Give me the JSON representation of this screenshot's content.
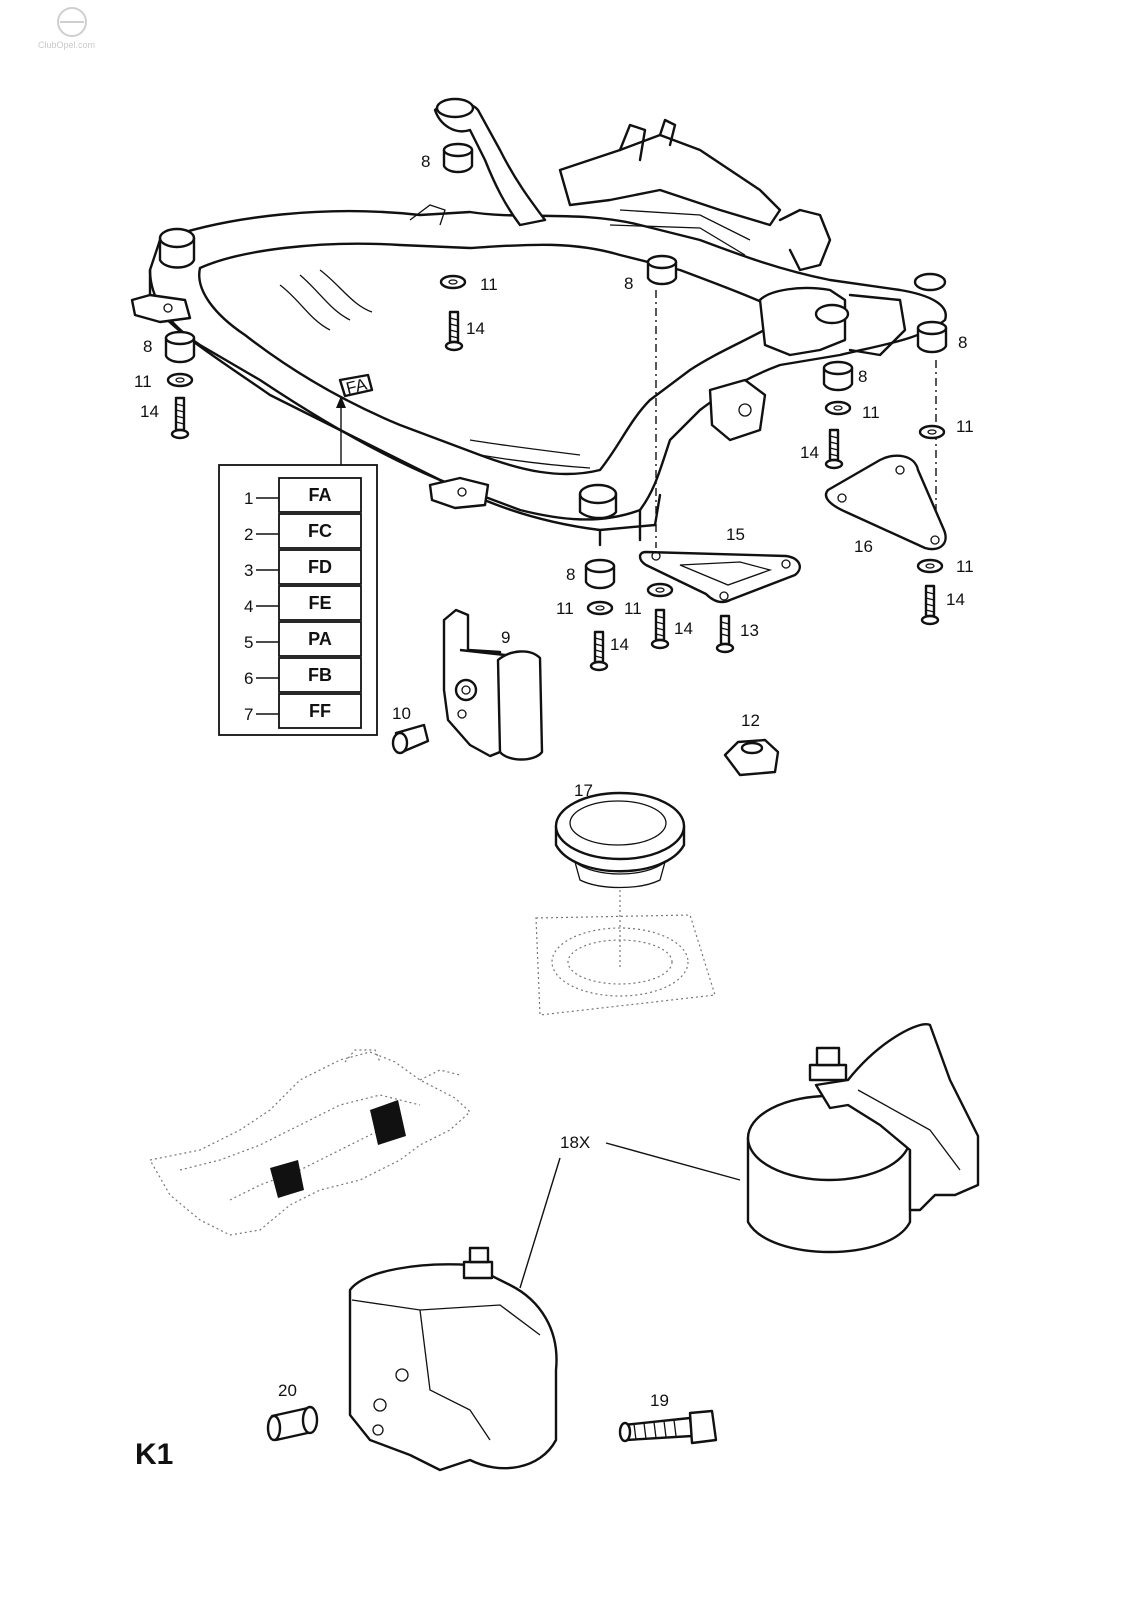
{
  "watermark": "ClubOpel.com",
  "page_code": "K1",
  "variant_table": {
    "rows": [
      {
        "num": "1",
        "code": "FA"
      },
      {
        "num": "2",
        "code": "FC"
      },
      {
        "num": "3",
        "code": "FD"
      },
      {
        "num": "4",
        "code": "FE"
      },
      {
        "num": "5",
        "code": "PA"
      },
      {
        "num": "6",
        "code": "FB"
      },
      {
        "num": "7",
        "code": "FF"
      }
    ]
  },
  "frame_tag": "FA",
  "callouts": {
    "c8a": "8",
    "c8b": "8",
    "c8c": "8",
    "c8d": "8",
    "c8e": "8",
    "c8f": "8",
    "c11a": "11",
    "c11b": "11",
    "c11c": "11",
    "c11d": "11",
    "c11e": "11",
    "c11f": "11",
    "c11g": "11",
    "c14a": "14",
    "c14b": "14",
    "c14c": "14",
    "c14d": "14",
    "c14e": "14",
    "c14f": "14",
    "c9": "9",
    "c10": "10",
    "c12": "12",
    "c13": "13",
    "c15": "15",
    "c16": "16",
    "c17": "17",
    "c18": "18X",
    "c19": "19",
    "c20": "20"
  }
}
